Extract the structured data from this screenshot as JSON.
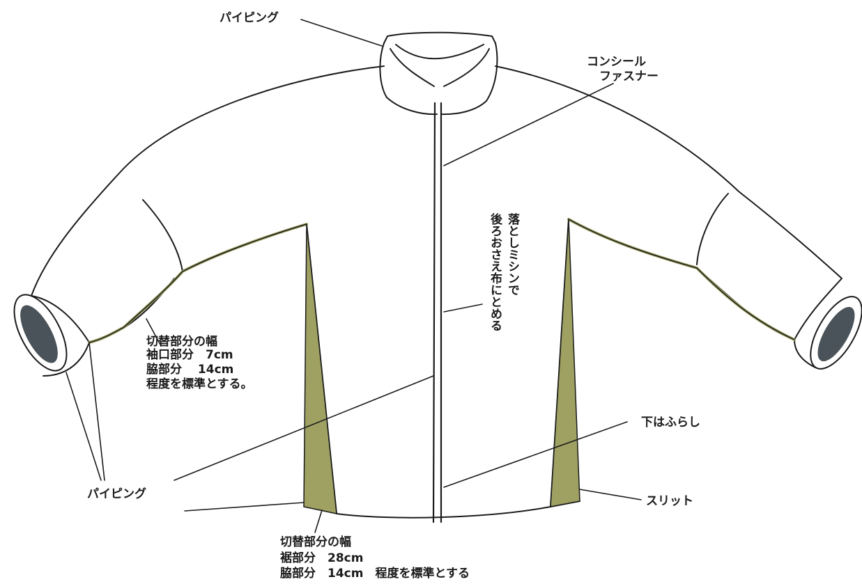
{
  "labels": {
    "piping_top": "パイピング",
    "concealed_zipper_line1": "コンシール",
    "concealed_zipper_line2": "ファスナー",
    "stitch_note_col1": "落としミシンで",
    "stitch_note_col2": "後ろおさえ布にとめる",
    "sleeve_panel_line1": "切替部分の幅",
    "sleeve_panel_line2": "袖口部分　7cm",
    "sleeve_panel_line3": "脇部分　 14cm",
    "sleeve_panel_line4": "程度を標準とする。",
    "piping_left": "パイピング",
    "hem_unfinished": "下はふらし",
    "slit": "スリット",
    "hem_panel_line1": "切替部分の幅",
    "hem_panel_line2": "裾部分　28cm",
    "hem_panel_line3": "脇部分　14cm　程度を標準とする"
  },
  "colors": {
    "line": "#1a1a1a",
    "gusset_fill": "#9ea162",
    "cuff_shadow": "#4a5359"
  }
}
